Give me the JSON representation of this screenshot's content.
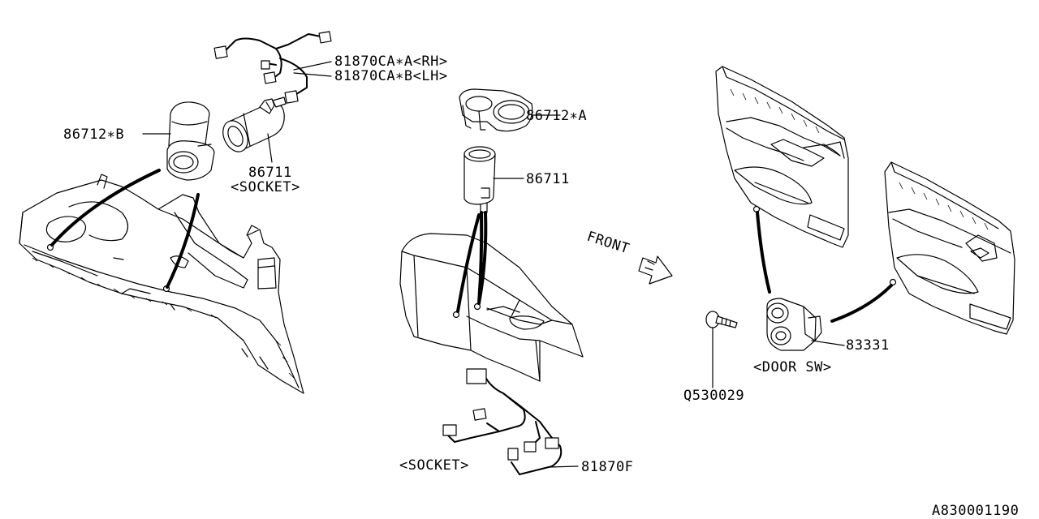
{
  "labels": {
    "harness_rh": "81870CA∗A<RH>",
    "harness_lh": "81870CA∗B<LH>",
    "holder_b": "86712∗B",
    "socket_left_num": "86711",
    "socket_left_note": "<SOCKET>",
    "holder_a": "86712∗A",
    "socket_center_num": "86711",
    "front_arrow": "FRONT",
    "harness_f": "81870F",
    "socket_bottom_note": "<SOCKET>",
    "door_switch_num": "83331",
    "door_switch_note": "<DOOR SW>",
    "screw": "Q530029",
    "diagram_id": "A830001190"
  },
  "icons": {
    "front": "front-direction-arrow-icon"
  }
}
